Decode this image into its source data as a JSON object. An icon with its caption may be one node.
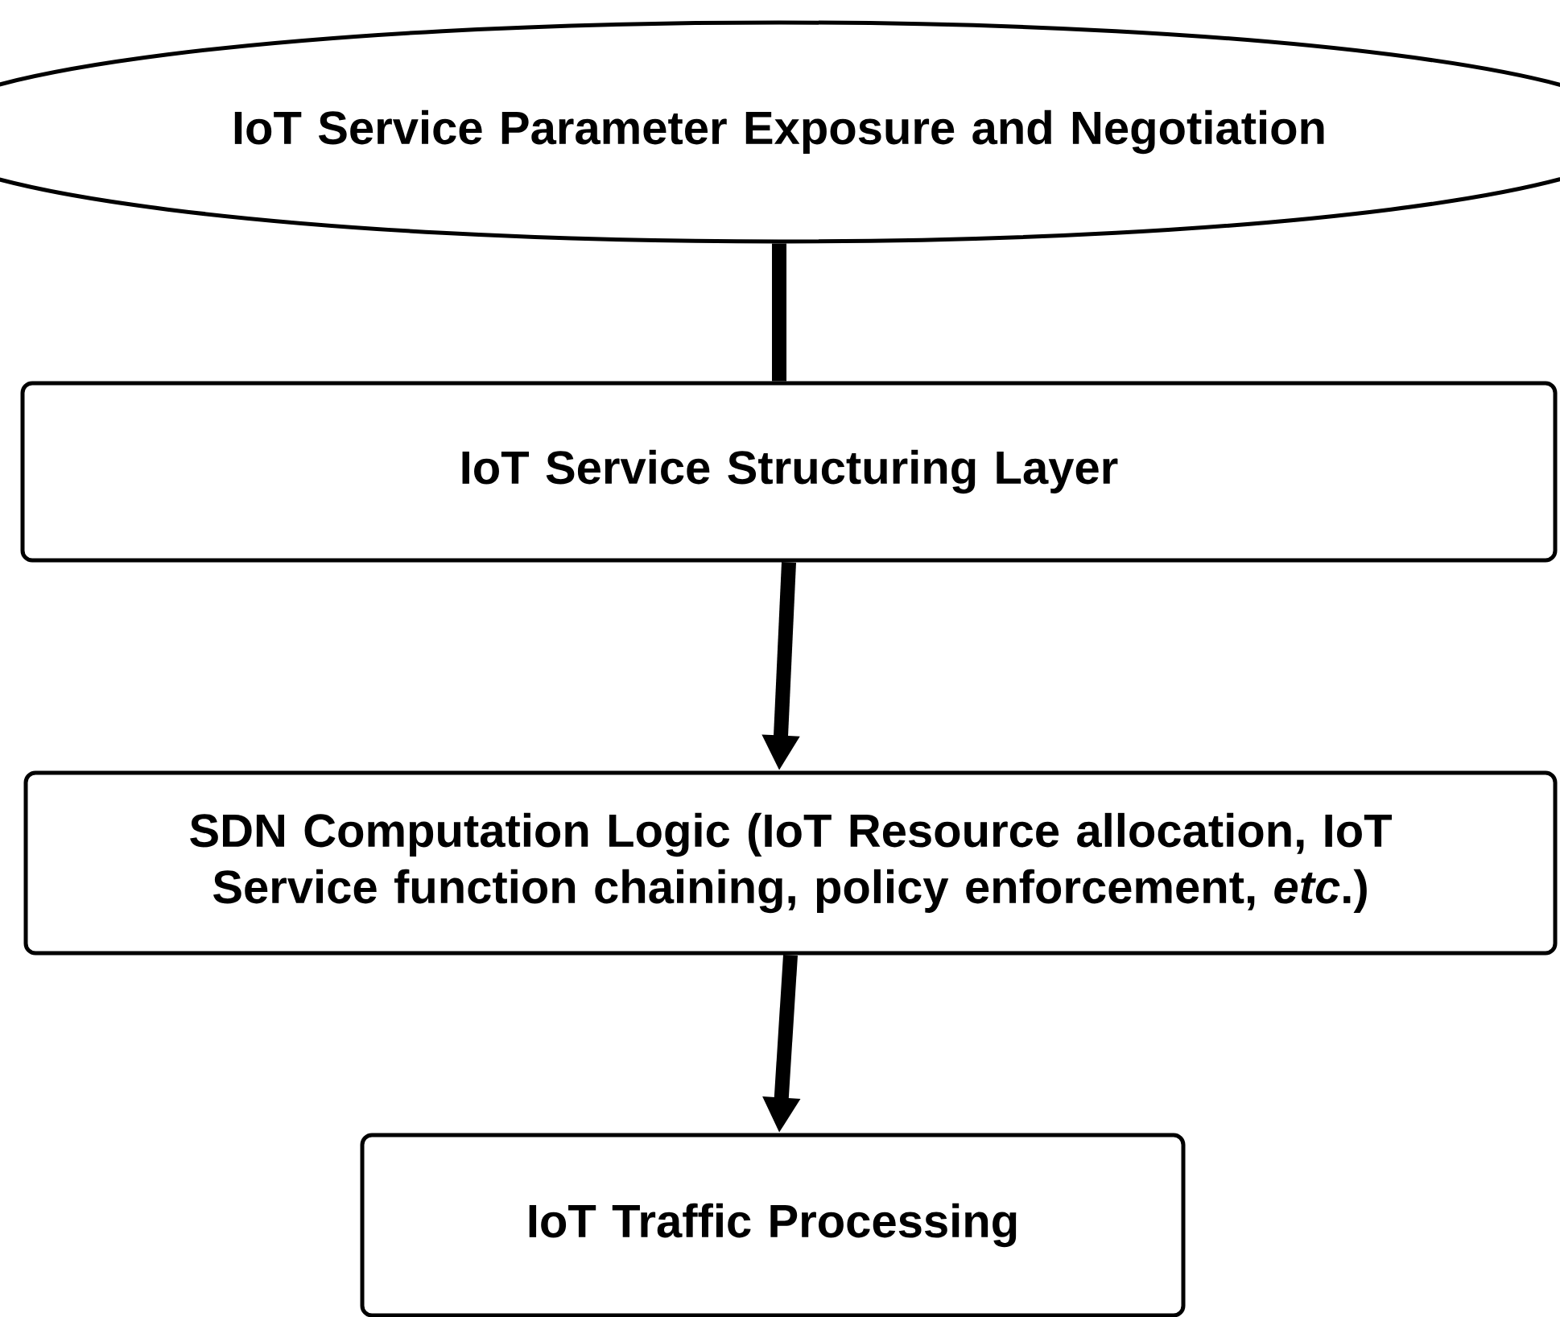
{
  "diagram": {
    "nodes": [
      {
        "text": [
          "IoT Service Parameter Exposure and Negotiation"
        ]
      },
      {
        "text": [
          "IoT Service Structuring Layer"
        ]
      },
      {
        "text": [
          "SDN Computation Logic (IoT Resource allocation, IoT Service function chaining, policy enforcement, *etc*.)"
        ]
      },
      {
        "text": [
          "IoT Traffic Processing"
        ]
      }
    ],
    "edges": [
      {
        "from": 0,
        "to": 1,
        "arrow": "none"
      },
      {
        "from": 1,
        "to": 2,
        "arrow": "to"
      },
      {
        "from": 2,
        "to": 3,
        "arrow": "to"
      }
    ]
  }
}
